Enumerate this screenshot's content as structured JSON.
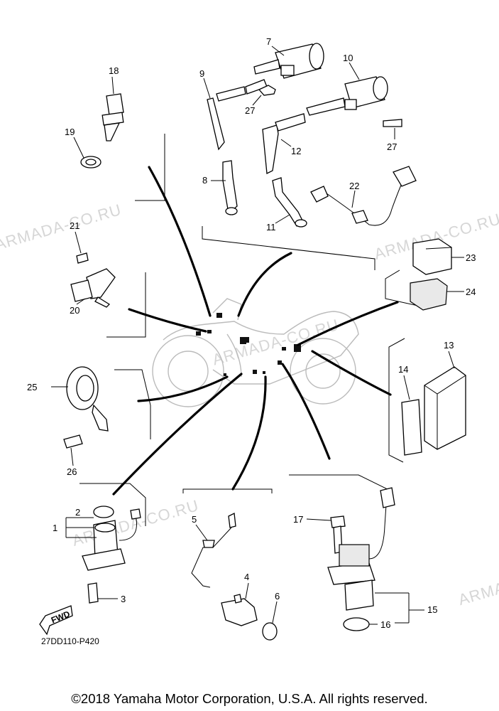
{
  "diagram": {
    "callouts": [
      "1",
      "2",
      "3",
      "4",
      "5",
      "6",
      "7",
      "8",
      "9",
      "10",
      "11",
      "12",
      "13",
      "14",
      "15",
      "16",
      "17",
      "18",
      "19",
      "20",
      "21",
      "22",
      "23",
      "24",
      "25",
      "26",
      "27",
      "27"
    ],
    "watermark": "ARMADA-CO.RU",
    "front_arrow": "FWD",
    "diagram_code": "27DD110-P420"
  },
  "copyright": "©2018 Yamaha Motor Corporation, U.S.A. All rights reserved."
}
